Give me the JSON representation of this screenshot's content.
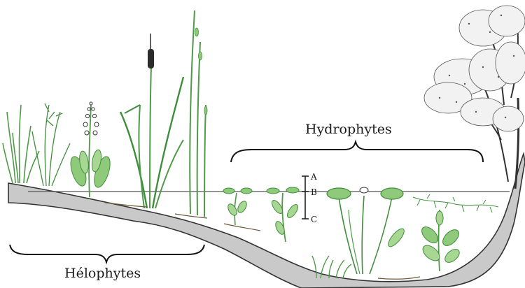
{
  "labels": {
    "hydrophytes": "Hydrophytes",
    "helophytes": "Hélophytes",
    "level_a": "A",
    "level_b": "B",
    "level_c": "C"
  },
  "colors": {
    "soil_fill": "#c9c9c9",
    "soil_edge": "#333333",
    "water_line": "#555555",
    "leaf_light": "#8fc97a",
    "leaf_dark": "#3f8d3c",
    "stem": "#4f9a48",
    "ink": "#222222",
    "cattail": "#2b2b2b",
    "tree_leaf": "#f2f2f2"
  }
}
